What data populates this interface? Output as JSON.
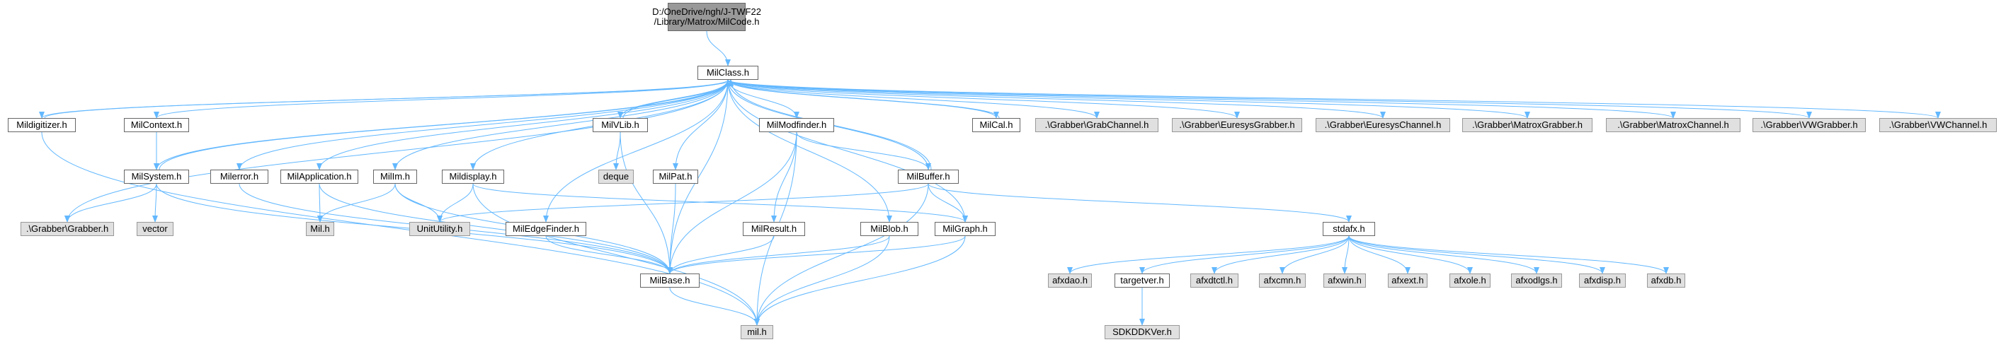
{
  "colors": {
    "edge": "#63b8ff",
    "node_border": "#666666",
    "ext_fill": "#e0e0e0",
    "root_fill": "#999999"
  },
  "nodes": [
    {
      "id": "root",
      "lines": [
        "D:/OneDrive/ngh/J-TWF22",
        "/Library/Matrox/MilCode.h"
      ],
      "style": "root"
    },
    {
      "id": "milclass",
      "label": "MilClass.h",
      "style": "normal"
    },
    {
      "id": "mildigitizer",
      "label": "Mildigitizer.h",
      "style": "normal"
    },
    {
      "id": "milcontext",
      "label": "MilContext.h",
      "style": "normal"
    },
    {
      "id": "milsystem",
      "label": "MilSystem.h",
      "style": "normal"
    },
    {
      "id": "grabber",
      "label": ".\\Grabber\\Grabber.h",
      "style": "ext"
    },
    {
      "id": "vector",
      "label": "vector",
      "style": "ext"
    },
    {
      "id": "milerror",
      "label": "Milerror.h",
      "style": "normal"
    },
    {
      "id": "milapplication",
      "label": "MilApplication.h",
      "style": "normal"
    },
    {
      "id": "milh",
      "label": "Mil.h",
      "style": "ext"
    },
    {
      "id": "milim",
      "label": "MilIm.h",
      "style": "normal"
    },
    {
      "id": "mildisplay",
      "label": "Mildisplay.h",
      "style": "normal"
    },
    {
      "id": "unitutility",
      "label": "UnitUtility.h",
      "style": "ext"
    },
    {
      "id": "miledgefinder",
      "label": "MilEdgeFinder.h",
      "style": "normal"
    },
    {
      "id": "milvlib",
      "label": "MilVLib.h",
      "style": "normal"
    },
    {
      "id": "deque",
      "label": "deque",
      "style": "ext"
    },
    {
      "id": "milpat",
      "label": "MilPat.h",
      "style": "normal"
    },
    {
      "id": "milbase",
      "label": "MilBase.h",
      "style": "normal"
    },
    {
      "id": "mil",
      "label": "mil.h",
      "style": "ext"
    },
    {
      "id": "milmodfinder",
      "label": "MilModfinder.h",
      "style": "normal"
    },
    {
      "id": "milresult",
      "label": "MilResult.h",
      "style": "normal"
    },
    {
      "id": "milbuffer",
      "label": "MilBuffer.h",
      "style": "normal"
    },
    {
      "id": "milblob",
      "label": "MilBlob.h",
      "style": "normal"
    },
    {
      "id": "milgraph",
      "label": "MilGraph.h",
      "style": "normal"
    },
    {
      "id": "milcal",
      "label": "MilCal.h",
      "style": "normal"
    },
    {
      "id": "grabchannel",
      "label": ".\\Grabber\\GrabChannel.h",
      "style": "ext"
    },
    {
      "id": "euresysgrabber",
      "label": ".\\Grabber\\EuresysGrabber.h",
      "style": "ext"
    },
    {
      "id": "euresyschannel",
      "label": ".\\Grabber\\EuresysChannel.h",
      "style": "ext"
    },
    {
      "id": "matroxgrabber",
      "label": ".\\Grabber\\MatroxGrabber.h",
      "style": "ext"
    },
    {
      "id": "matroxchannel",
      "label": ".\\Grabber\\MatroxChannel.h",
      "style": "ext"
    },
    {
      "id": "vwgrabber",
      "label": ".\\Grabber\\VWGrabber.h",
      "style": "ext"
    },
    {
      "id": "vwchannel",
      "label": ".\\Grabber\\VWChannel.h",
      "style": "ext"
    },
    {
      "id": "stdafx",
      "label": "stdafx.h",
      "style": "normal"
    },
    {
      "id": "afxdao",
      "label": "afxdao.h",
      "style": "ext"
    },
    {
      "id": "targetver",
      "label": "targetver.h",
      "style": "normal"
    },
    {
      "id": "afxdtctl",
      "label": "afxdtctl.h",
      "style": "ext"
    },
    {
      "id": "afxcmn",
      "label": "afxcmn.h",
      "style": "ext"
    },
    {
      "id": "afxwin",
      "label": "afxwin.h",
      "style": "ext"
    },
    {
      "id": "afxext",
      "label": "afxext.h",
      "style": "ext"
    },
    {
      "id": "afxole",
      "label": "afxole.h",
      "style": "ext"
    },
    {
      "id": "afxodlgs",
      "label": "afxodlgs.h",
      "style": "ext"
    },
    {
      "id": "afxdisp",
      "label": "afxdisp.h",
      "style": "ext"
    },
    {
      "id": "afxdb",
      "label": "afxdb.h",
      "style": "ext"
    },
    {
      "id": "sdkddkver",
      "label": "SDKDDKVer.h",
      "style": "ext"
    }
  ],
  "edges": [
    [
      "root",
      "milclass"
    ],
    [
      "milclass",
      "mildigitizer"
    ],
    [
      "mildigitizer",
      "milclass"
    ],
    [
      "milclass",
      "milcontext"
    ],
    [
      "milclass",
      "milsystem"
    ],
    [
      "milsystem",
      "milclass"
    ],
    [
      "milclass",
      "grabber"
    ],
    [
      "milclass",
      "milerror"
    ],
    [
      "milclass",
      "milapplication"
    ],
    [
      "milclass",
      "milim"
    ],
    [
      "milclass",
      "mildisplay"
    ],
    [
      "milclass",
      "miledgefinder"
    ],
    [
      "milclass",
      "milvlib"
    ],
    [
      "milvlib",
      "milclass"
    ],
    [
      "milclass",
      "milpat"
    ],
    [
      "milclass",
      "milbase"
    ],
    [
      "milclass",
      "milmodfinder"
    ],
    [
      "milclass",
      "milbuffer"
    ],
    [
      "milbuffer",
      "milclass"
    ],
    [
      "milclass",
      "milblob"
    ],
    [
      "milclass",
      "milgraph"
    ],
    [
      "milclass",
      "milcal"
    ],
    [
      "milcal",
      "milclass"
    ],
    [
      "milclass",
      "grabchannel"
    ],
    [
      "milclass",
      "euresysgrabber"
    ],
    [
      "milclass",
      "euresyschannel"
    ],
    [
      "milclass",
      "matroxgrabber"
    ],
    [
      "milclass",
      "matroxchannel"
    ],
    [
      "milclass",
      "vwgrabber"
    ],
    [
      "milclass",
      "vwchannel"
    ],
    [
      "mildigitizer",
      "mil"
    ],
    [
      "milcontext",
      "milsystem"
    ],
    [
      "milsystem",
      "grabber"
    ],
    [
      "milsystem",
      "vector"
    ],
    [
      "milsystem",
      "milbase"
    ],
    [
      "milerror",
      "milbase"
    ],
    [
      "milapplication",
      "milh"
    ],
    [
      "milapplication",
      "milbase"
    ],
    [
      "milim",
      "milh"
    ],
    [
      "milim",
      "unitutility"
    ],
    [
      "milim",
      "milbase"
    ],
    [
      "mildisplay",
      "unitutility"
    ],
    [
      "mildisplay",
      "milgraph"
    ],
    [
      "mildisplay",
      "mil"
    ],
    [
      "miledgefinder",
      "milbase"
    ],
    [
      "milvlib",
      "deque"
    ],
    [
      "milvlib",
      "milbase"
    ],
    [
      "milpat",
      "milbase"
    ],
    [
      "milmodfinder",
      "milbuffer"
    ],
    [
      "milmodfinder",
      "milresult"
    ],
    [
      "milmodfinder",
      "milbase"
    ],
    [
      "milmodfinder",
      "mil"
    ],
    [
      "milresult",
      "milbase"
    ],
    [
      "milbuffer",
      "unitutility"
    ],
    [
      "milbuffer",
      "milgraph"
    ],
    [
      "milbuffer",
      "stdafx"
    ],
    [
      "milbuffer",
      "mil"
    ],
    [
      "milblob",
      "milbase"
    ],
    [
      "milblob",
      "mil"
    ],
    [
      "milgraph",
      "milbase"
    ],
    [
      "milgraph",
      "mil"
    ],
    [
      "milbase",
      "mil"
    ],
    [
      "stdafx",
      "afxdao"
    ],
    [
      "stdafx",
      "targetver"
    ],
    [
      "stdafx",
      "afxdtctl"
    ],
    [
      "stdafx",
      "afxcmn"
    ],
    [
      "stdafx",
      "afxwin"
    ],
    [
      "stdafx",
      "afxext"
    ],
    [
      "stdafx",
      "afxole"
    ],
    [
      "stdafx",
      "afxodlgs"
    ],
    [
      "stdafx",
      "afxdisp"
    ],
    [
      "stdafx",
      "afxdb"
    ],
    [
      "targetver",
      "sdkddkver"
    ]
  ]
}
